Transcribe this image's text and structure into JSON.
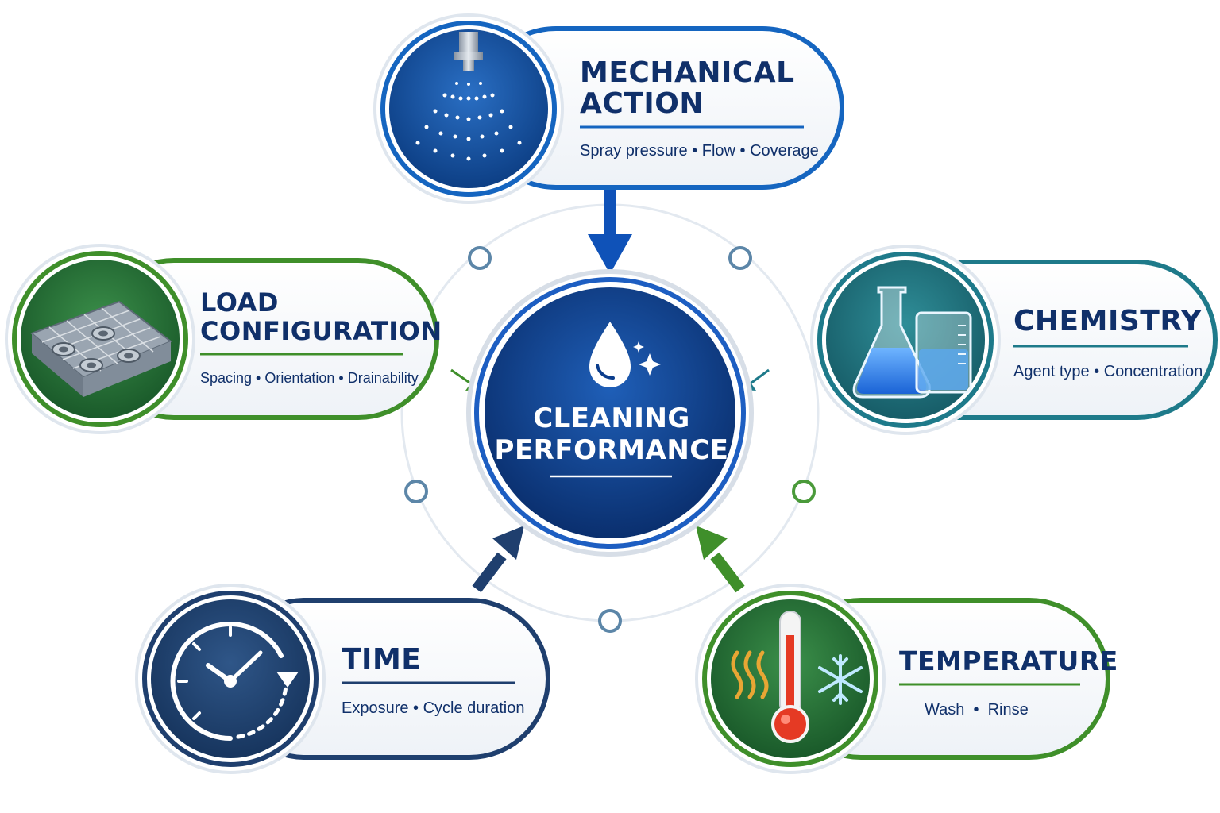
{
  "center": {
    "title_line1": "CLEANING",
    "title_line2": "PERFORMANCE",
    "color": "#0B3D8C",
    "icon": "water-drop-sparkle-icon"
  },
  "factors": [
    {
      "id": "mechanical-action",
      "title_line1": "MECHANICAL",
      "title_line2": "ACTION",
      "subtitle": "Spray pressure • Flow • Coverage",
      "color": "#1565C0",
      "icon": "spray-nozzle-icon"
    },
    {
      "id": "load-configuration",
      "title_line1": "LOAD",
      "title_line2": "CONFIGURATION",
      "subtitle": "Spacing • Orientation • Drainability",
      "color": "#3F8F2A",
      "icon": "load-basket-icon"
    },
    {
      "id": "chemistry",
      "title_line1": "CHEMISTRY",
      "title_line2": "",
      "subtitle": "Agent type • Concentration",
      "color": "#1E7A8A",
      "icon": "flask-beaker-icon"
    },
    {
      "id": "time",
      "title_line1": "TIME",
      "title_line2": "",
      "subtitle": "Exposure • Cycle duration",
      "color": "#1F3F6E",
      "icon": "clock-icon"
    },
    {
      "id": "temperature",
      "title_line1": "TEMPERATURE",
      "title_line2": "",
      "subtitle": "Wash  •  Rinse",
      "color": "#3F8F2A",
      "icon": "thermometer-snowflake-icon"
    }
  ]
}
